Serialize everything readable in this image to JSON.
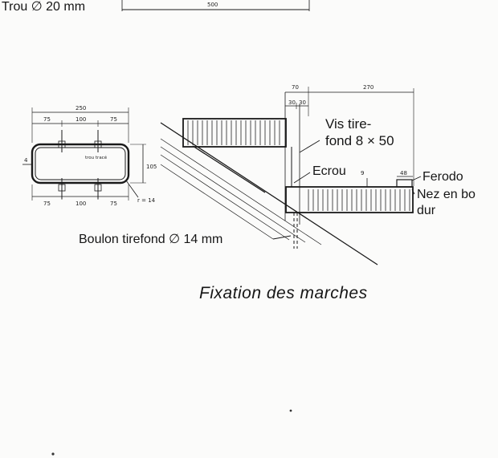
{
  "top_label": "Trou ∅ 20 mm",
  "top_dim": "500",
  "caption": "Fixation des marches",
  "section": {
    "width_total": "250",
    "dim_a": "75",
    "dim_b": "100",
    "dim_c": "75",
    "height": "105",
    "thickness": "4",
    "radius": "r = 14",
    "note": "trou tracé"
  },
  "detail": {
    "dim_70": "70",
    "dim_30a": "30",
    "dim_30b": "30",
    "dim_270": "270",
    "dim_48": "48",
    "dim_9": "9",
    "vis_line1": "Vis tire-",
    "vis_line2": "fond 8 × 50",
    "ecrou": "Ecrou",
    "ferodo": "Ferodo",
    "nez_line1": "Nez en bo",
    "nez_line2": "dur",
    "boulon": "Boulon tirefond ∅ 14 mm"
  }
}
